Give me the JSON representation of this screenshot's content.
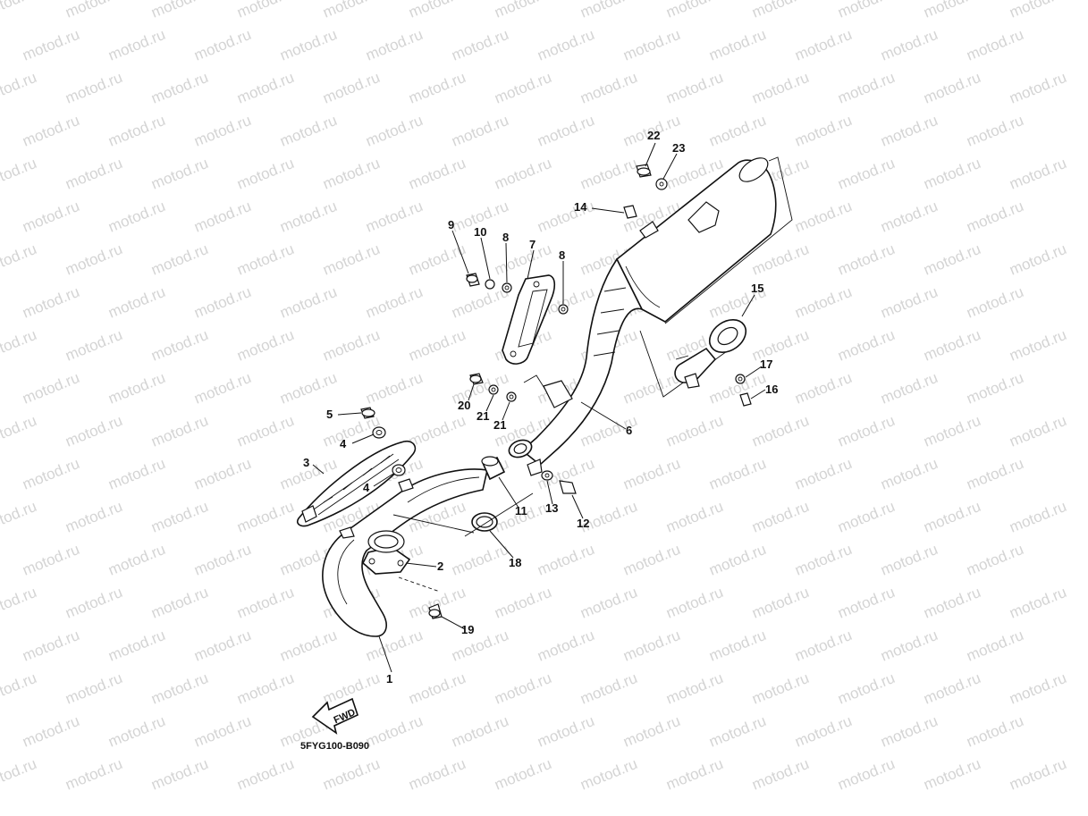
{
  "watermark": "motod.ru",
  "diagram_code": "5FYG100-B090",
  "fwd_label": "FWD",
  "callouts": [
    "22",
    "23",
    "14",
    "9",
    "10",
    "8",
    "7",
    "8",
    "15",
    "17",
    "16",
    "20",
    "21",
    "21",
    "6",
    "5",
    "4",
    "3",
    "4",
    "11",
    "13",
    "12",
    "18",
    "2",
    "19",
    "1"
  ]
}
